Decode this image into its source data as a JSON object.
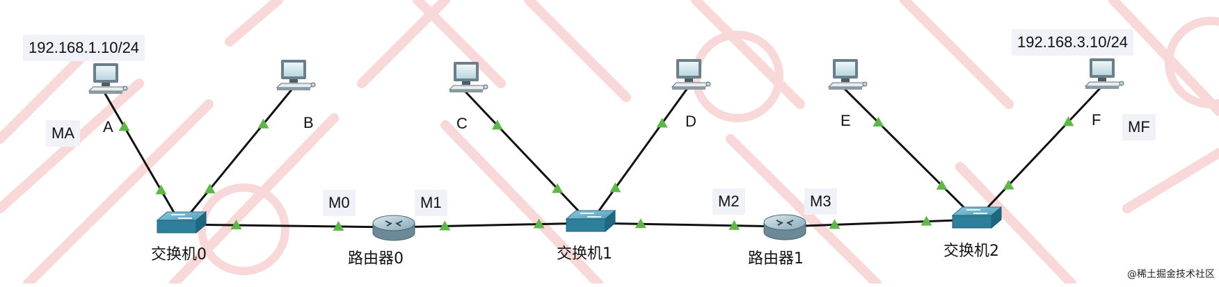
{
  "diagram": {
    "hosts": [
      {
        "id": "A",
        "label": "A"
      },
      {
        "id": "B",
        "label": "B"
      },
      {
        "id": "C",
        "label": "C"
      },
      {
        "id": "D",
        "label": "D"
      },
      {
        "id": "E",
        "label": "E"
      },
      {
        "id": "F",
        "label": "F"
      }
    ],
    "switches": [
      {
        "id": "sw0",
        "label": "交换机0"
      },
      {
        "id": "sw1",
        "label": "交换机1"
      },
      {
        "id": "sw2",
        "label": "交换机2"
      }
    ],
    "routers": [
      {
        "id": "r0",
        "label": "路由器0"
      },
      {
        "id": "r1",
        "label": "路由器1"
      }
    ],
    "ip_labels": {
      "left": "192.168.1.10/24",
      "right": "192.168.3.10/24"
    },
    "mac_labels": {
      "ma": "MA",
      "mf": "MF",
      "m0": "M0",
      "m1": "M1",
      "m2": "M2",
      "m3": "M3"
    },
    "links": [
      [
        "A",
        "sw0"
      ],
      [
        "B",
        "sw0"
      ],
      [
        "sw0",
        "r0"
      ],
      [
        "r0",
        "sw1"
      ],
      [
        "C",
        "sw1"
      ],
      [
        "D",
        "sw1"
      ],
      [
        "sw1",
        "r1"
      ],
      [
        "r1",
        "sw2"
      ],
      [
        "E",
        "sw2"
      ],
      [
        "F",
        "sw2"
      ]
    ],
    "link_status_color": "#5fb74a",
    "watermark_color": "#f4b9b9"
  },
  "credit": "@稀土掘金技术社区"
}
